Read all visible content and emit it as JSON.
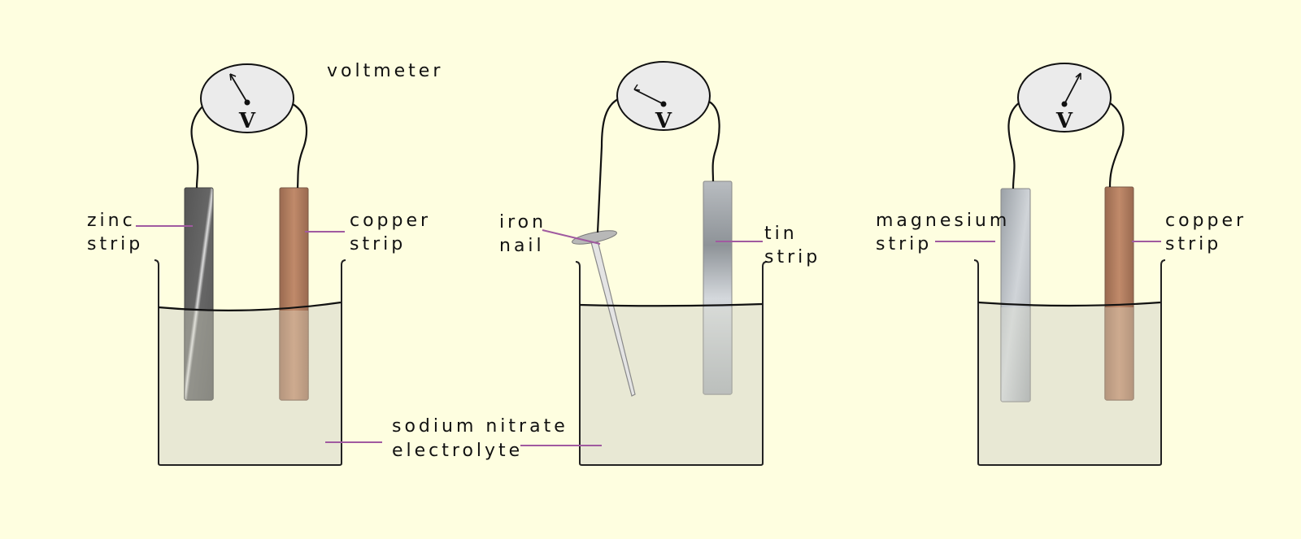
{
  "labels": {
    "voltmeter": "voltmeter",
    "meter_symbol": "V",
    "electrolyte_line1": "sodium nitrate",
    "electrolyte_line2": "electrolyte",
    "cell1": {
      "left_line1": "zinc",
      "left_line2": "strip",
      "right_line1": "copper",
      "right_line2": "strip"
    },
    "cell2": {
      "left_line1": "iron",
      "left_line2": "nail",
      "right_line1": "tin",
      "right_line2": "strip"
    },
    "cell3": {
      "left_line1": "magnesium",
      "left_line2": "strip",
      "right_line1": "copper",
      "right_line2": "strip"
    }
  },
  "colors": {
    "background": "#fefee0",
    "electrolyte": "#e8e8d4",
    "label_line": "#a05aa0",
    "zinc": "#5a5a5a",
    "copper": "#b07a5c",
    "tin": "#a8adb2",
    "magnesium": "#b4b8bd",
    "iron": "#d8d8d8"
  }
}
